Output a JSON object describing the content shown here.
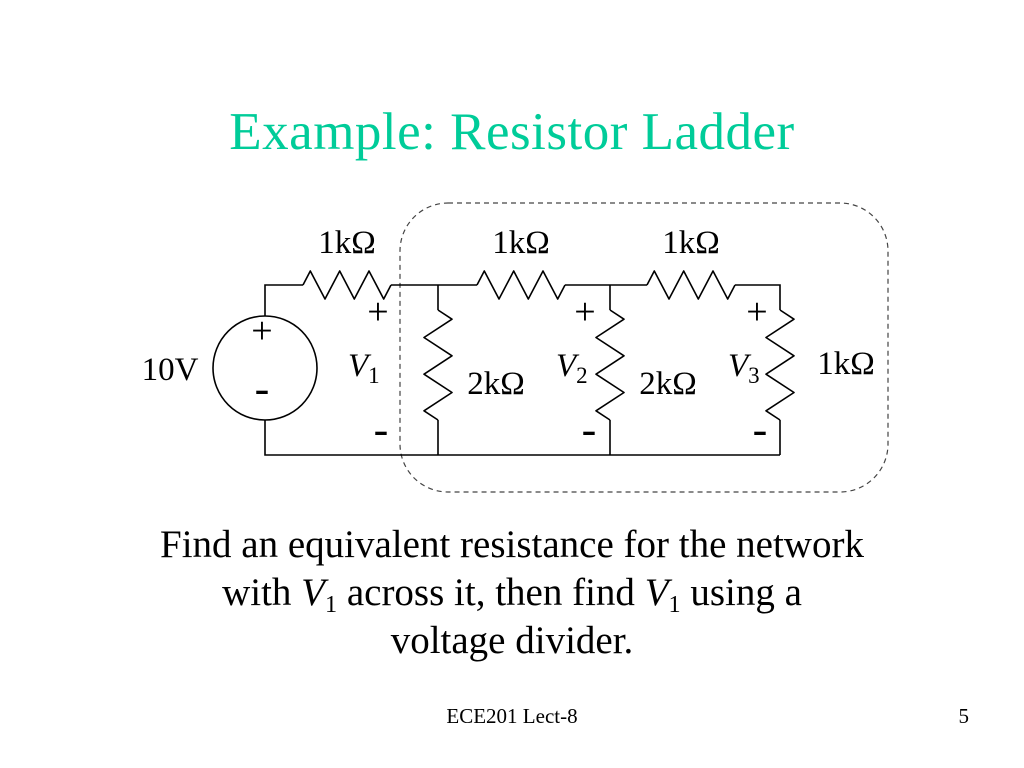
{
  "slide": {
    "title": "Example: Resistor Ladder",
    "title_color": "#00CC99"
  },
  "circuit": {
    "source": {
      "label": "10V",
      "plus": "+",
      "minus": "-"
    },
    "top_resistors": [
      "1kΩ",
      "1kΩ",
      "1kΩ"
    ],
    "shunt_resistors": [
      "2kΩ",
      "2kΩ"
    ],
    "right_resistor": "1kΩ",
    "v_labels": [
      {
        "name": "V",
        "sub": "1",
        "plus": "+",
        "minus": "-"
      },
      {
        "name": "V",
        "sub": "2",
        "plus": "+",
        "minus": "-"
      },
      {
        "name": "V",
        "sub": "3",
        "plus": "+",
        "minus": "-"
      }
    ]
  },
  "body": {
    "line1": "Find an equivalent resistance for the network",
    "line2_a": "with ",
    "v_name": "V",
    "v_sub": "1",
    "line2_b": " across it, then find ",
    "line2_c": " using a",
    "line3": "voltage divider."
  },
  "footer": {
    "course": "ECE201 Lect-8",
    "page": "5"
  }
}
